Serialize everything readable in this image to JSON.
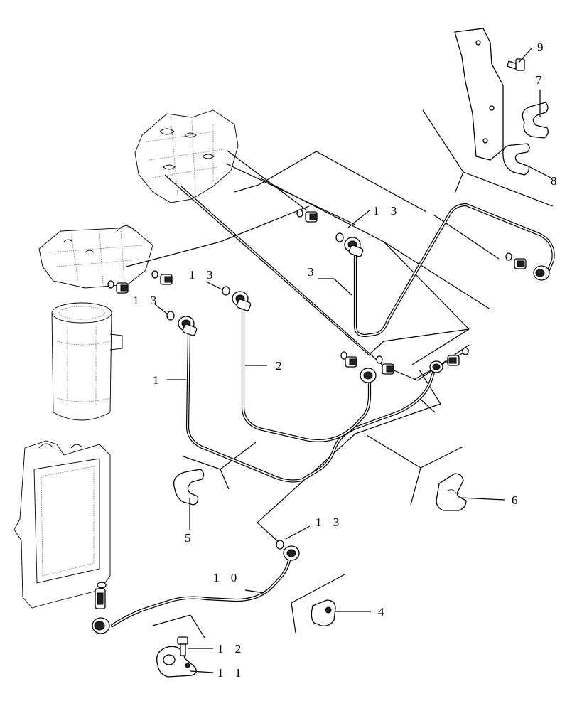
{
  "callouts": {
    "c1": "1",
    "c2": "2",
    "c3": "3",
    "c4": "4",
    "c5": "5",
    "c6": "6",
    "c7": "7",
    "c8": "8",
    "c9": "9",
    "c10": "1 0",
    "c11": "1 1",
    "c12": "1 2",
    "c13a": "1 3",
    "c13b": "1 3",
    "c13c": "1 3",
    "c13d": "1 3"
  }
}
